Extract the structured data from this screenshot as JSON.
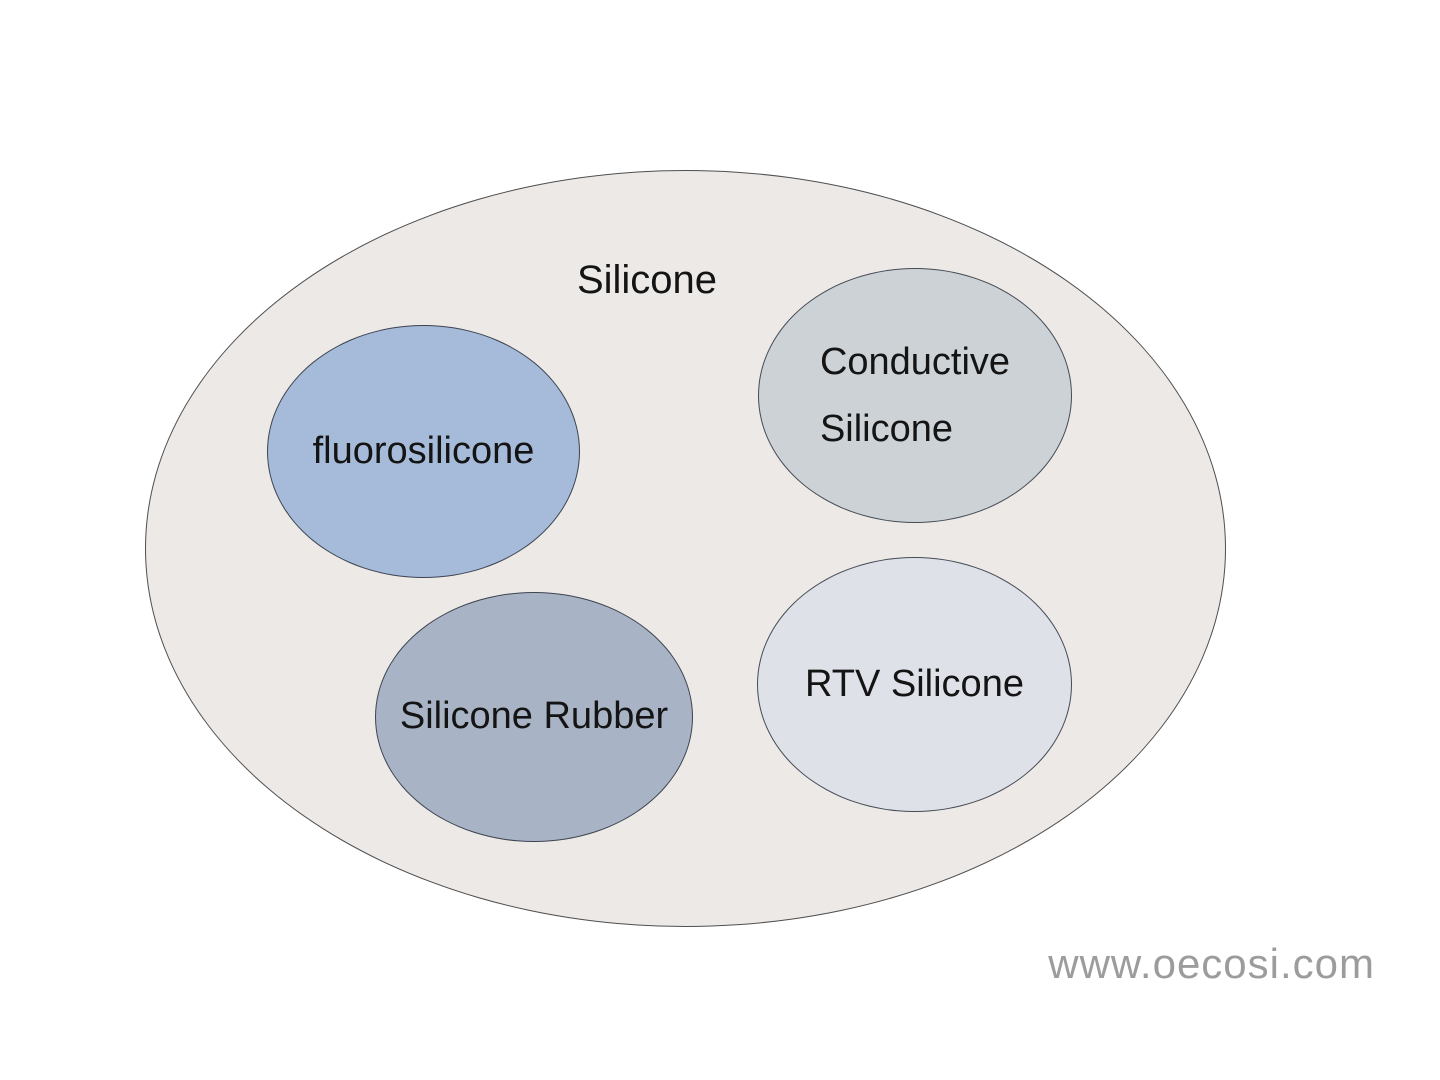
{
  "diagram": {
    "type": "euler-set-diagram",
    "outer_set": {
      "label": "Silicone",
      "fill": "#ECE9E7",
      "stroke": "#4F4F4F"
    },
    "subsets": [
      {
        "label": "fluorosilicone",
        "fill": "#A5BBD9"
      },
      {
        "label_line1": "Conductive",
        "label_line2": "Silicone",
        "fill": "#CDD2D6"
      },
      {
        "label": "Silicone Rubber",
        "fill": "#A8B4C6"
      },
      {
        "label": "RTV Silicone",
        "fill": "#DFE1E9"
      }
    ],
    "watermark": "www.oecosi.com",
    "colors": {
      "background": "#FFFFFF",
      "label_text": "#141414",
      "watermark_text": "#9C9C9C"
    }
  }
}
